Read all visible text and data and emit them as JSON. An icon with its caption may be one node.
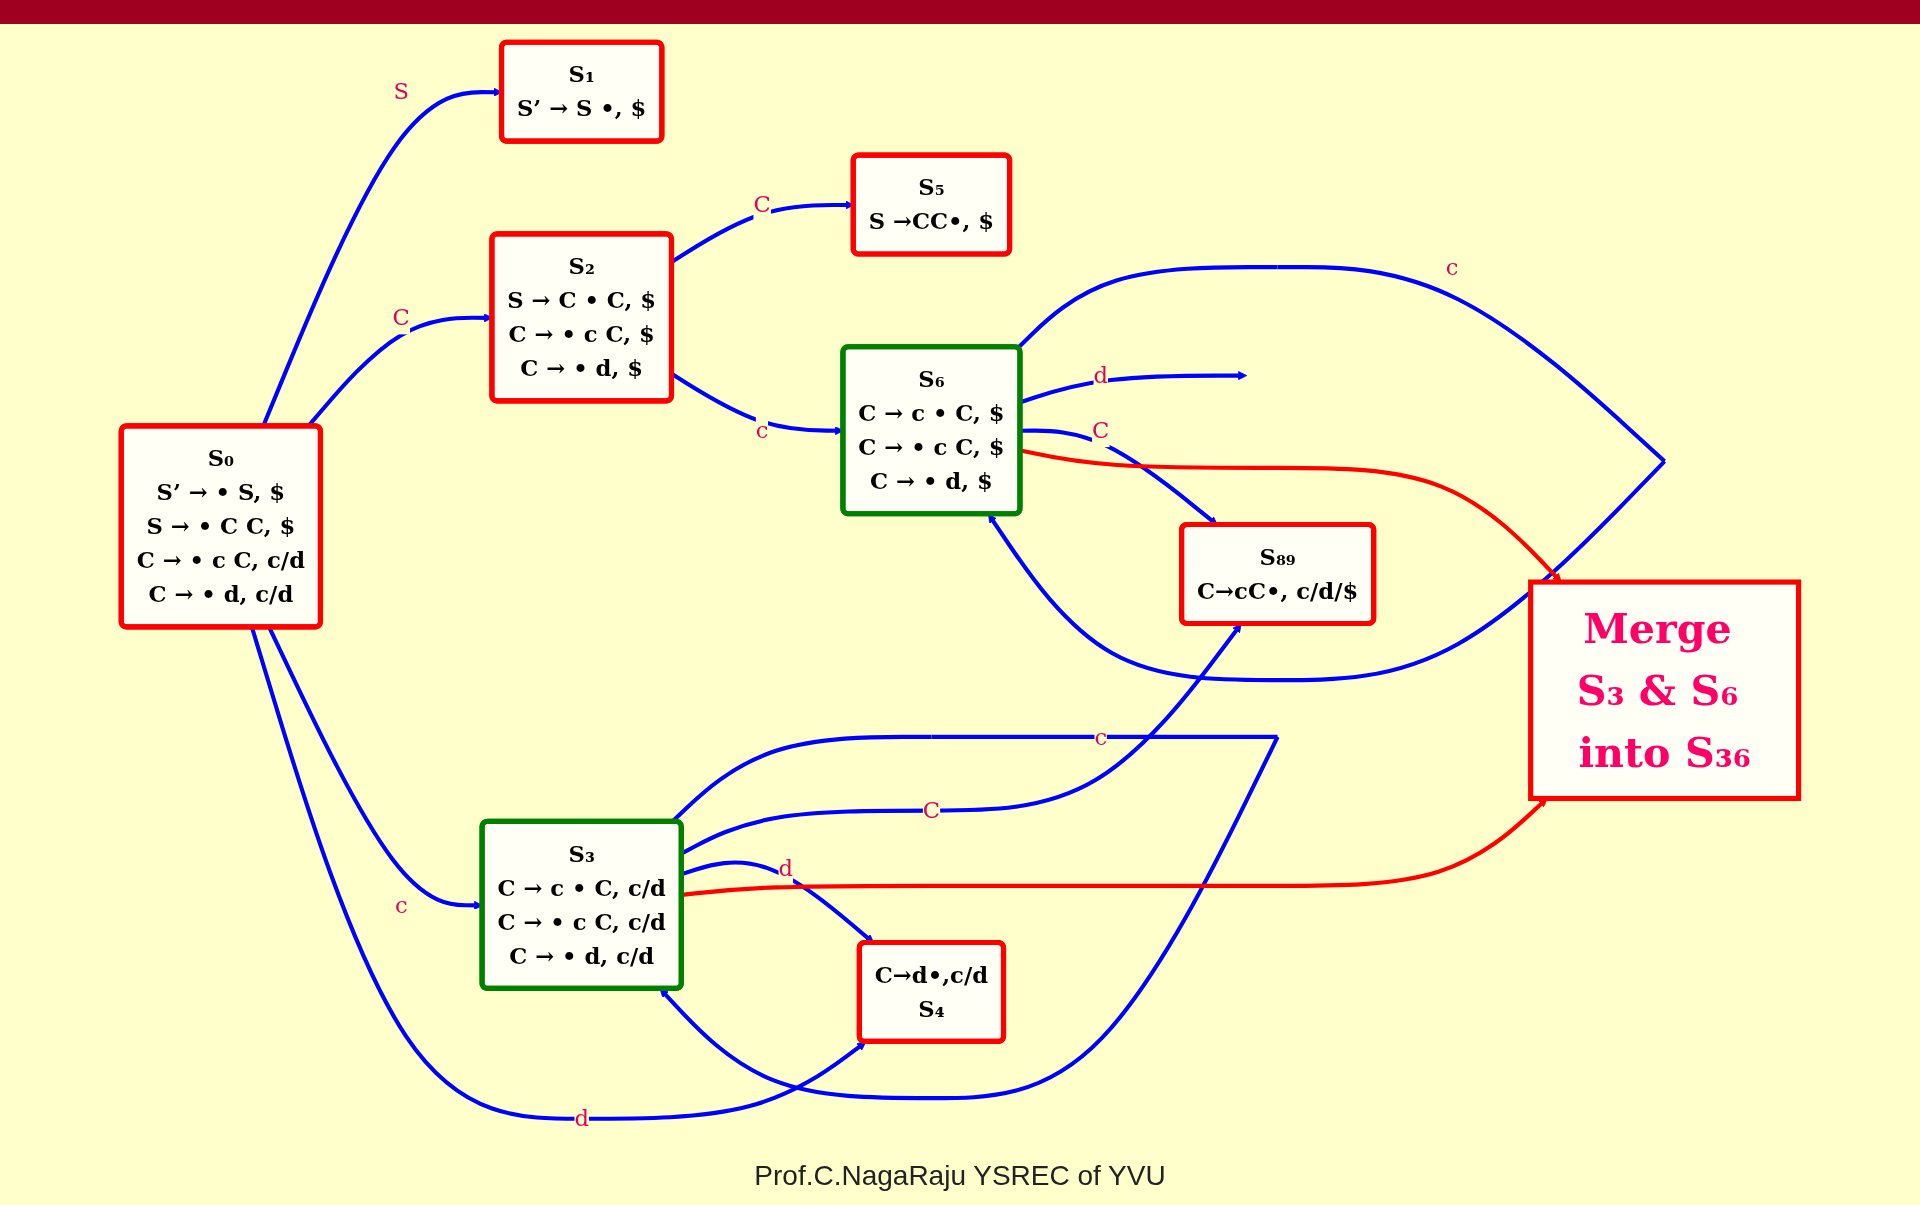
{
  "diagram": {
    "nodes": [
      {
        "text": [
          "S₀",
          "S’ → • S, $",
          "S → • C C, $",
          "C → • c C, c/d",
          "C → • d, c/d"
        ]
      },
      {
        "text": [
          "S₁",
          "S’ → S •, $"
        ]
      },
      {
        "text": [
          "S₂",
          "S → C • C, $",
          "C → • c C, $",
          "C → • d, $"
        ]
      },
      {
        "text": [
          "S₅",
          "S →CC•, $"
        ]
      },
      {
        "text": [
          "S₆",
          "C → c • C, $",
          "C → • c C, $",
          "C → • d, $"
        ]
      },
      {
        "text": [
          "S₃",
          "C → c • C, c/d",
          "C → • c C, c/d",
          "C → • d, c/d"
        ]
      },
      {
        "text": [
          "S₈₉",
          "C→cC•, c/d/$"
        ]
      },
      {
        "text": [
          "C→d•,c/d",
          "S₄"
        ]
      },
      {
        "text": [
          "Merge S₃ & S₆ into S₃₆"
        ]
      }
    ],
    "edges": [
      {
        "from": 0,
        "to": 1,
        "arrow": "to",
        "label": "S"
      },
      {
        "from": 0,
        "to": 2,
        "arrow": "to",
        "label": "C"
      },
      {
        "from": 0,
        "to": 5,
        "arrow": "to",
        "label": "c"
      },
      {
        "from": 0,
        "to": 7,
        "arrow": "to",
        "label": "d"
      },
      {
        "from": 2,
        "to": 3,
        "arrow": "to",
        "label": "C"
      },
      {
        "from": 2,
        "to": 4,
        "arrow": "to",
        "label": "c"
      },
      {
        "from": 4,
        "to": 4,
        "arrow": "to",
        "label": "c"
      },
      {
        "from": 4,
        "to": null,
        "arrow": "to",
        "label": "d"
      },
      {
        "from": 4,
        "to": 6,
        "arrow": "to",
        "label": "C"
      },
      {
        "from": 5,
        "to": 5,
        "arrow": "to",
        "label": "c"
      },
      {
        "from": 5,
        "to": 6,
        "arrow": "to",
        "label": "C"
      },
      {
        "from": 5,
        "to": 7,
        "arrow": "to",
        "label": "d"
      },
      {
        "from": 4,
        "to": 8,
        "arrow": "to",
        "color": "#ff0000"
      },
      {
        "from": 5,
        "to": 8,
        "arrow": "to",
        "color": "#ff0000"
      }
    ],
    "labels": [
      "Prof.C.NagaRaju YSREC of YVU"
    ]
  }
}
